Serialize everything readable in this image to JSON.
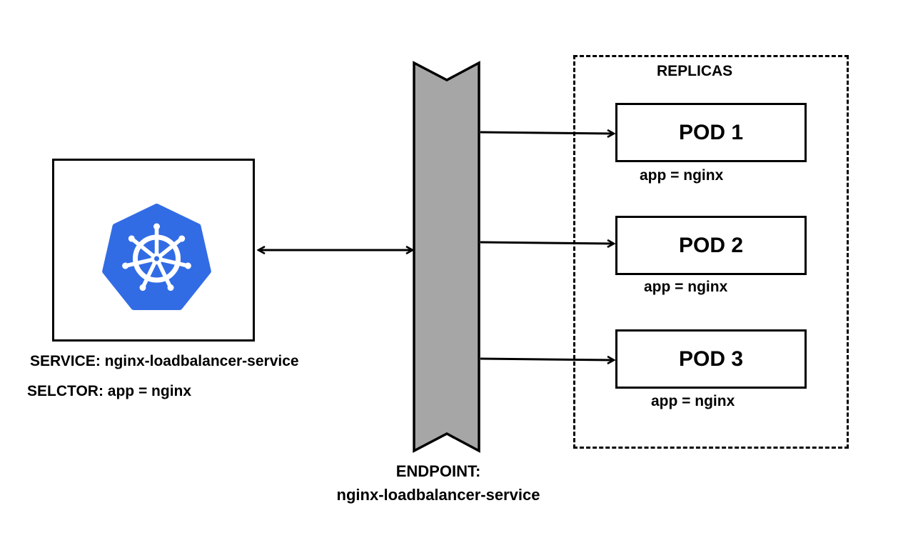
{
  "service": {
    "name_label": "SERVICE: nginx-loadbalancer-service",
    "selector_label": "SELCTOR: app = nginx",
    "icon": "kubernetes-helm-icon",
    "icon_color": "#326CE5"
  },
  "endpoint": {
    "line1": "ENDPOINT:",
    "line2": "nginx-loadbalancer-service",
    "fill_color": "#a6a6a6"
  },
  "replicas": {
    "title": "REPLICAS",
    "pods": [
      {
        "name": "POD 1",
        "label": "app = nginx"
      },
      {
        "name": "POD 2",
        "label": "app = nginx"
      },
      {
        "name": "POD 3",
        "label": "app = nginx"
      }
    ]
  }
}
